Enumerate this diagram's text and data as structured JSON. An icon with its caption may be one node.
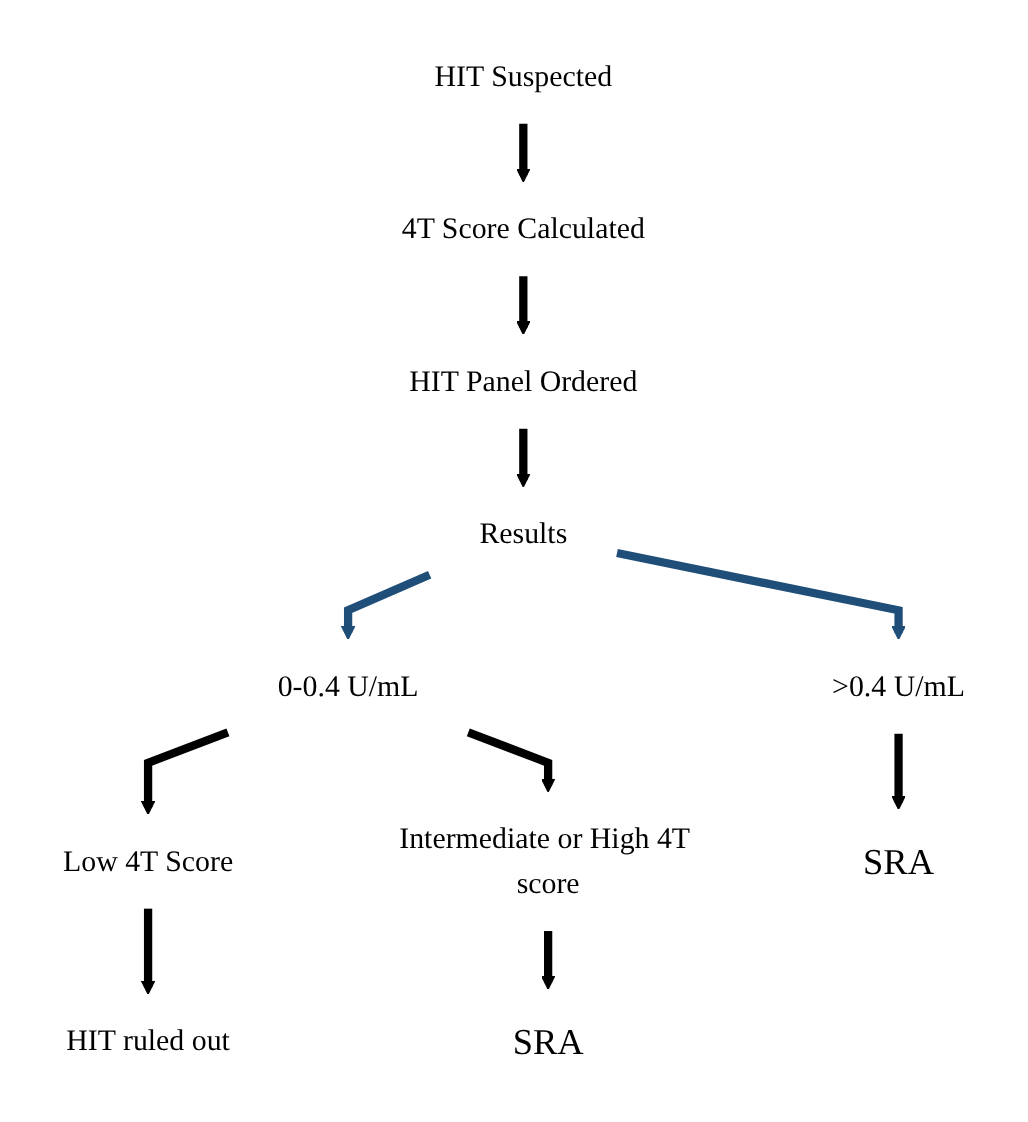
{
  "diagram": {
    "nodes": [
      {
        "text": [
          "HIT Suspected"
        ]
      },
      {
        "text": [
          "4T Score Calculated"
        ]
      },
      {
        "text": [
          "HIT Panel Ordered"
        ]
      },
      {
        "text": [
          "Results"
        ]
      },
      {
        "text": [
          "0-0.4 U/mL"
        ]
      },
      {
        "text": [
          ">0.4 U/mL"
        ]
      },
      {
        "text": [
          "Low 4T Score"
        ]
      },
      {
        "text": [
          "Intermediate or High 4T score"
        ]
      },
      {
        "text": [
          "SRA"
        ]
      },
      {
        "text": [
          "HIT ruled out"
        ]
      },
      {
        "text": [
          "SRA"
        ]
      }
    ],
    "edges": [
      {
        "from": 0,
        "to": 1,
        "arrow": "to"
      },
      {
        "from": 1,
        "to": 2,
        "arrow": "to"
      },
      {
        "from": 2,
        "to": 3,
        "arrow": "to"
      },
      {
        "from": 3,
        "to": 4,
        "arrow": "to",
        "color": "#1f4e79"
      },
      {
        "from": 3,
        "to": 5,
        "arrow": "to",
        "color": "#1f4e79"
      },
      {
        "from": 4,
        "to": 6,
        "arrow": "to"
      },
      {
        "from": 4,
        "to": 7,
        "arrow": "to"
      },
      {
        "from": 5,
        "to": 8,
        "arrow": "to"
      },
      {
        "from": 6,
        "to": 9,
        "arrow": "to"
      },
      {
        "from": 7,
        "to": 10,
        "arrow": "to"
      }
    ]
  }
}
